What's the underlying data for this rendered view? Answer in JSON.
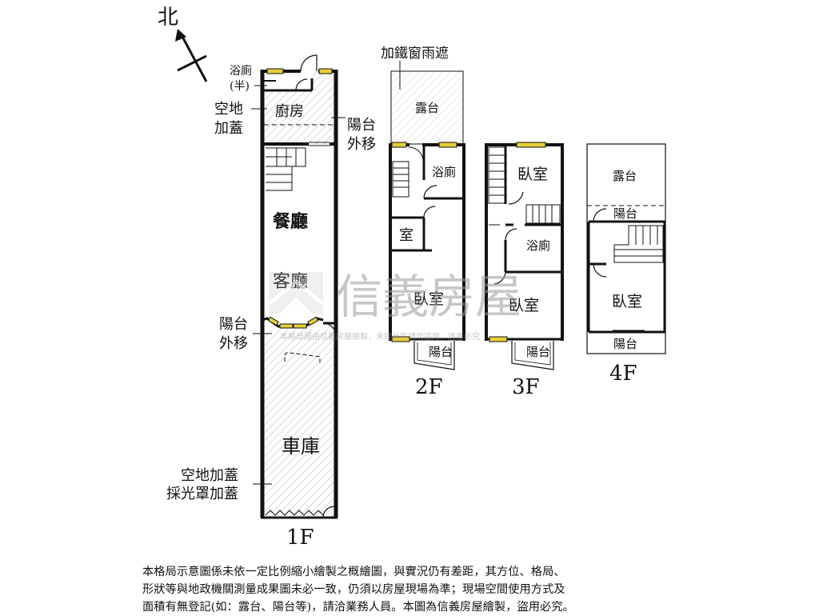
{
  "compass": {
    "north": "北"
  },
  "floor1": {
    "name": "1F",
    "rooms": {
      "half_bath": "浴廁",
      "half_bath_note": "(半)",
      "kitchen": "廚房",
      "dining": "餐廳",
      "living": "客廳",
      "garage": "車庫"
    },
    "notes": {
      "vacant_add_1": "空地",
      "vacant_add_2": "加蓋",
      "balcony_moved_1": "陽台",
      "balcony_moved_2": "外移",
      "front_balcony_1": "陽台",
      "front_balcony_2": "外移",
      "garage_note_1": "空地加蓋",
      "garage_note_2": "採光罩加蓋"
    }
  },
  "floor2": {
    "name": "2F",
    "note": "加鐵窗雨遮",
    "rooms": {
      "terrace": "露台",
      "bath": "浴廁",
      "room": "室",
      "bedroom": "臥室",
      "balcony": "陽台"
    }
  },
  "floor3": {
    "name": "3F",
    "rooms": {
      "bedroom_top": "臥室",
      "bath": "浴廁",
      "bedroom_bottom": "臥室",
      "balcony": "陽台"
    }
  },
  "floor4": {
    "name": "4F",
    "rooms": {
      "terrace": "露台",
      "balcony_top": "陽台",
      "bedroom": "臥室",
      "balcony_bottom": "陽台"
    }
  },
  "watermark": {
    "brand": "信義房屋",
    "subtext": "本格局圖由信義房屋繪製，未經允許請勿盜用，違者必究"
  },
  "disclaimer": {
    "line1": "本格局示意圖係未依一定比例縮小繪製之概繪圖，與實況仍有差距，其方位、格局、",
    "line2": "形狀等與地政機關測量成果圖未必一致，仍須以房屋現場為準；現場空間使用方式及",
    "line3": "面積有無登記(如：露台、陽台等)，請洽業務人員。本圖為信義房屋繪製，盜用必究。"
  },
  "colors": {
    "wall": "#111111",
    "window": "#e6cf3a",
    "hatch": "#9a9a9a"
  }
}
